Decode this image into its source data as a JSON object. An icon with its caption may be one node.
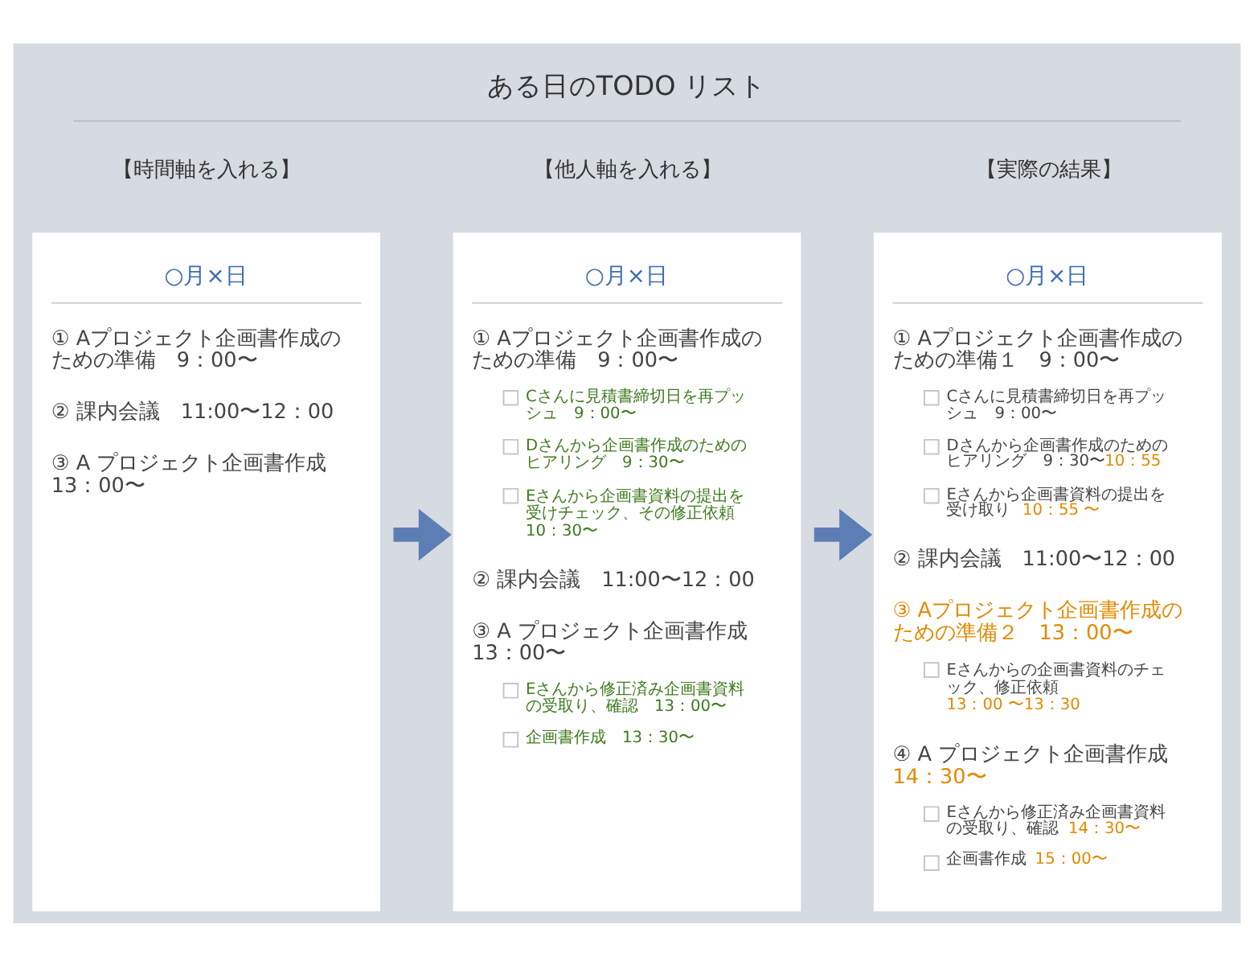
{
  "diagram": {
    "title": "ある日のTODO リスト",
    "nodes": [
      {
        "text": [
          "【時間軸を入れる】",
          "○月×日",
          "① Aプロジェクト企画書作成のための準備　9：00〜",
          "② 課内会議　11:00〜12：00",
          "③ A プロジェクト企画書作成　13：00〜"
        ]
      },
      {
        "text": [
          "【他人軸を入れる】",
          "○月×日",
          "① Aプロジェクト企画書作成のための準備　9：00〜",
          "Cさんに見積書締切日を再プッシュ　9：00〜",
          "Dさんから企画書作成のためのヒアリング　9：30〜",
          "Eさんから企画書資料の提出を受けチェック、その修正依頼　10：30〜",
          "② 課内会議　11:00〜12：00",
          "③ A プロジェクト企画書作成　13：00〜",
          "Eさんから修正済み企画書資料の受取り、確認　13：00〜",
          "企画書作成　13：30〜"
        ]
      },
      {
        "text": [
          "【実際の結果】",
          "○月×日",
          "① Aプロジェクト企画書作成のための準備１　9：00〜",
          "Cさんに見積書締切日を再プッシュ　9：00〜",
          "Dさんから企画書作成のためのヒアリング　9：30〜",
          "10：55",
          "Eさんから企画書資料の提出を受け取り",
          "10：55 〜",
          "② 課内会議　11:00〜12：00",
          "③ Aプロジェクト企画書作成のための準備２　13：00〜",
          "Eさんからの企画書資料のチェック、修正依頼",
          "13：00 〜13：30",
          "④ A プロジェクト企画書作成",
          "14：30〜",
          "Eさんから修正済み企画書資料の受取り、確認",
          "14：30〜",
          "企画書作成",
          "15：00〜"
        ]
      }
    ],
    "edges": [
      {
        "from": 0,
        "to": 1,
        "arrow": "to"
      },
      {
        "from": 1,
        "to": 2,
        "arrow": "to"
      }
    ]
  }
}
